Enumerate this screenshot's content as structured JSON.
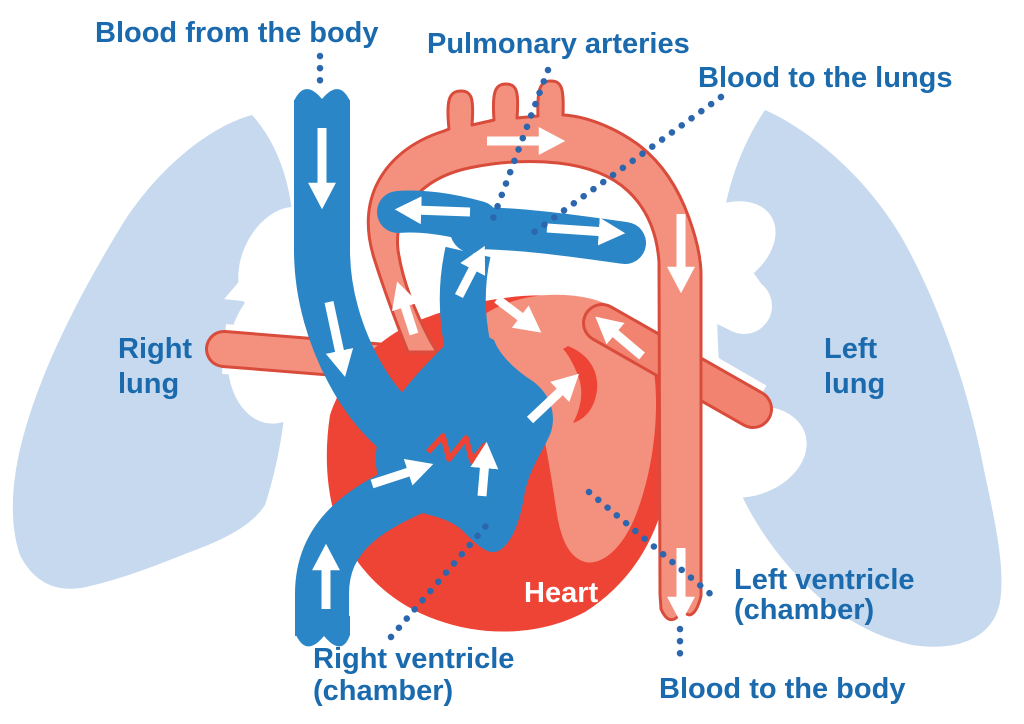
{
  "labels": {
    "blood_from_body": "Blood from the body",
    "pulmonary_arteries": "Pulmonary arteries",
    "blood_to_lungs": "Blood to the lungs",
    "right_lung_line1": "Right",
    "right_lung_line2": "lung",
    "left_lung_line1": "Left",
    "left_lung_line2": "lung",
    "heart": "Heart",
    "right_ventricle_line1": "Right ventricle",
    "right_ventricle_line2": "(chamber)",
    "left_ventricle_line1": "Left ventricle",
    "left_ventricle_line2": "(chamber)",
    "blood_to_body": "Blood to the body"
  },
  "colors": {
    "label_blue": "#1a6aad",
    "leader_dot_blue": "#2c67ae",
    "vein_blue": "#2a86c6",
    "lung_light_blue": "#c6d9ee",
    "heart_red": "#ee4435",
    "artery_salmon": "#f4907e",
    "artery_salmon_dark": "#f28370",
    "artery_outline": "#d94c3b",
    "arrow_white": "#ffffff"
  },
  "icons": {
    "flow_arrow": "white directional blood-flow arrow",
    "leader_line": "blue dotted label pointer"
  }
}
